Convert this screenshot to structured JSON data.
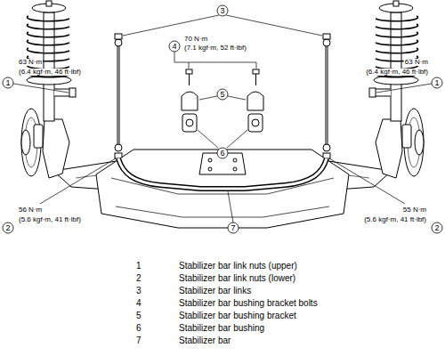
{
  "diagram": {
    "labels": [
      "3",
      "1",
      "63 N·m",
      "(6.4 kgf·m, 46 ft·lbf)",
      "4",
      "70 N·m",
      "(7.1 kgf·m, 52 ft·lbf)",
      "1",
      "63 N·m",
      "(6.4 kgf·m, 46 ft·lbf)",
      "5",
      "6",
      "56 N·m",
      "(5.6 kgf·m, 41 ft·lbf)",
      "2",
      "55 N·m",
      "(5.6 kgf·m, 41 ft·lbf)",
      "2",
      "7",
      "1",
      "Stabilizer bar link nuts (upper)",
      "2",
      "Stabilizer bar link nuts (lower)",
      "3",
      "Stabilizer bar links",
      "4",
      "Stabilizer bar bushing bracket bolts",
      "5",
      "Stabilizer bar bushing bracket",
      "6",
      "Stabilizer bar bushing",
      "7",
      "Stabilizer bar"
    ]
  }
}
